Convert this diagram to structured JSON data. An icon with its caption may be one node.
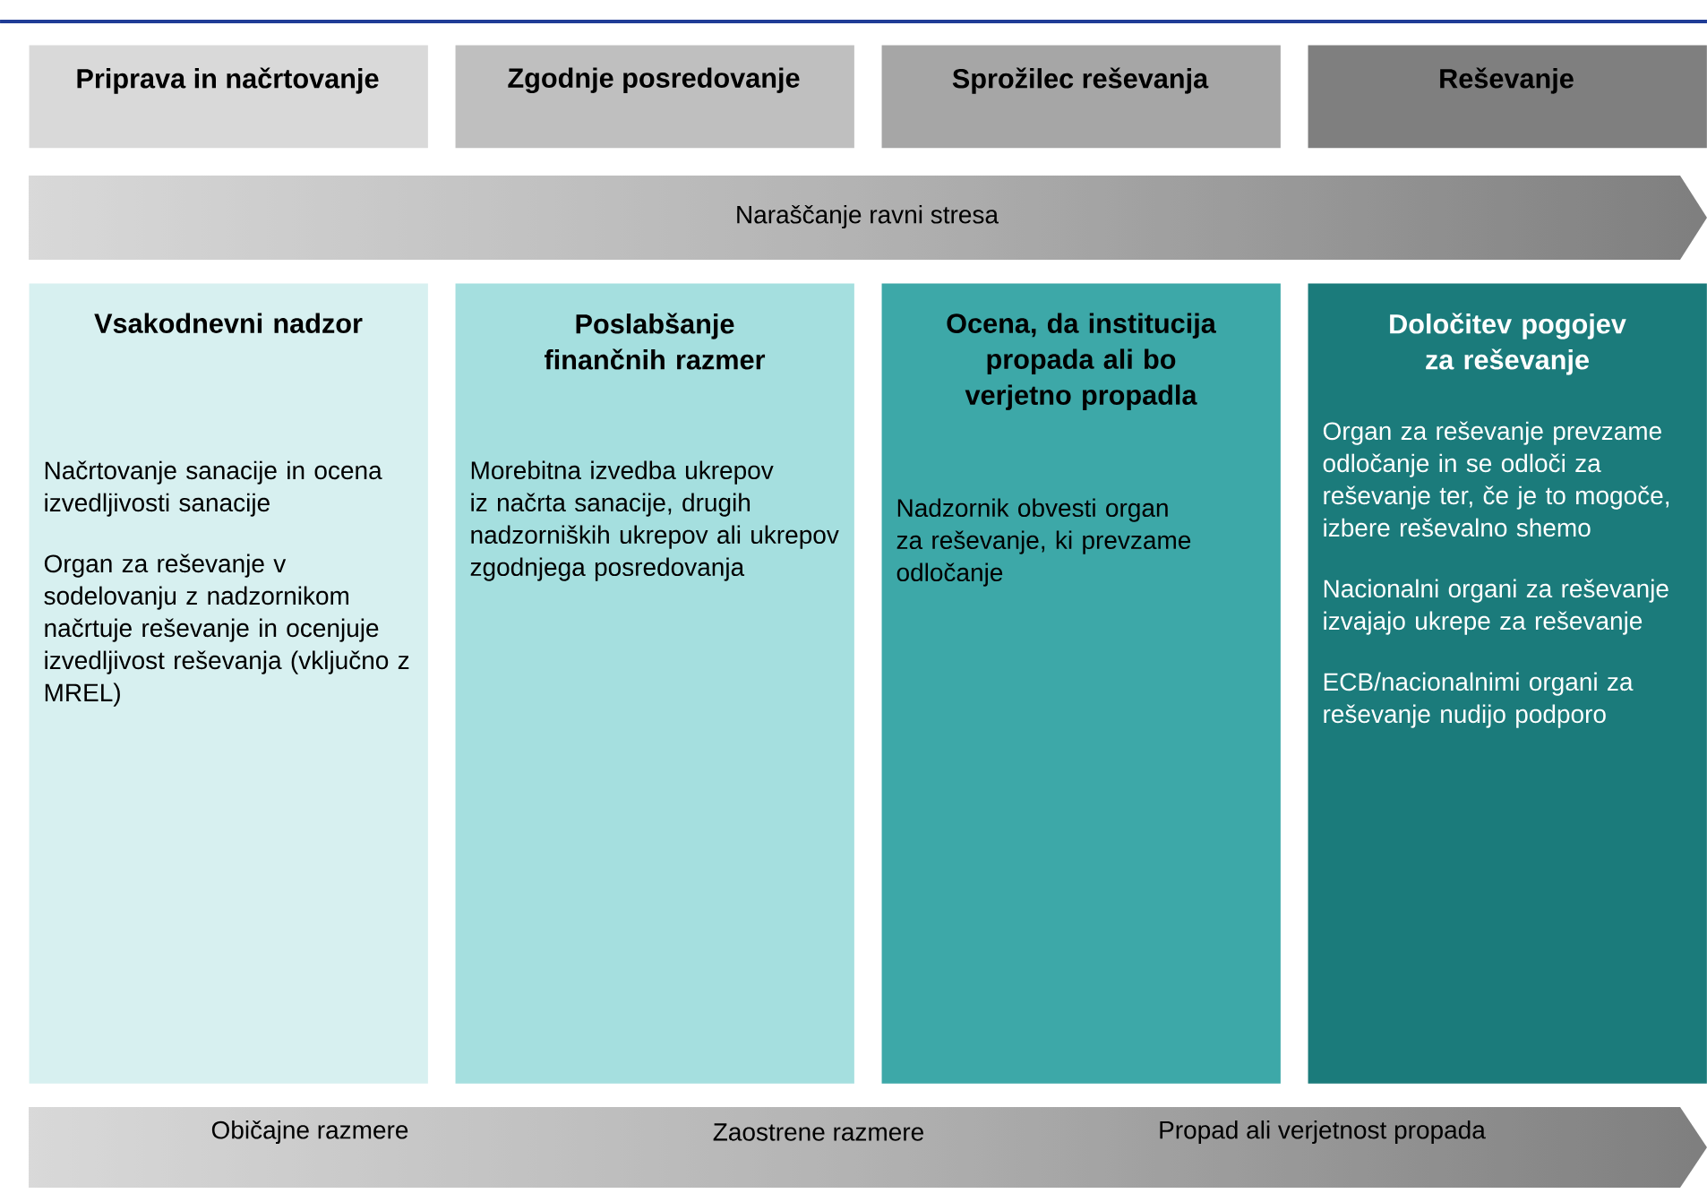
{
  "diagram": {
    "nodes": [
      {
        "text": [
          "Priprava in načrtovanje"
        ]
      },
      {
        "text": [
          "Zgodnje posredovanje"
        ]
      },
      {
        "text": [
          "Sprožilec reševanja"
        ]
      },
      {
        "text": [
          "Reševanje"
        ]
      },
      {
        "text": [
          "Naraščanje ravni stresa"
        ]
      },
      {
        "text": [
          "Vsakodnevni nadzor",
          "Načrtovanje sanacije in ocena izvedljivosti sanacije",
          "Organ za reševanje v sodelovanju z nadzornikom načrtuje reševanje in ocenjuje izvedljivost reševanja (vključno z MREL)"
        ]
      },
      {
        "text": [
          "Poslabšanje finančnih razmer",
          "Morebitna izvedba ukrepov iz načrta sanacije, drugih nadzorniških ukrepov ali ukrepov zgodnjega posredovanja"
        ]
      },
      {
        "text": [
          "Ocena, da institucija propada ali bo verjetno propadla",
          "Nadzornik obvesti organ za reševanje, ki prevzame odločanje"
        ]
      },
      {
        "text": [
          "Določitev pogojev za reševanje",
          "Organ za reševanje prevzame odločanje in se odloči za reševanje ter, če je to mogoče, izbere reševalno shemo",
          "Nacionalni organi za reševanje izvajajo ukrepe za reševanje",
          "ECB/nacionalnimi organi za reševanje nudijo podporo"
        ]
      },
      {
        "text": [
          "Običajne razmere",
          "Zaostrene razmere",
          "Propad ali verjetnost propada"
        ]
      }
    ],
    "edges": []
  }
}
